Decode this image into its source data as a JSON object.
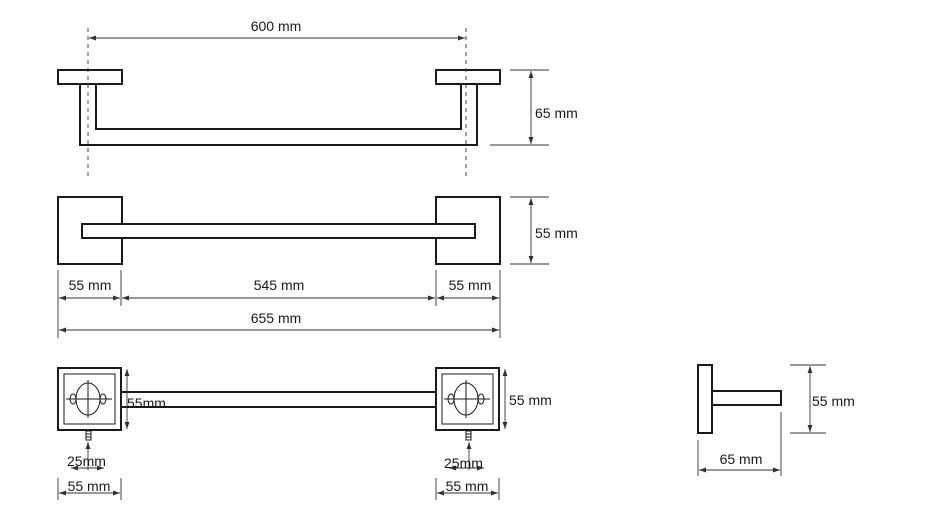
{
  "dimensions": {
    "front_width": "600 mm",
    "front_height": "65 mm",
    "top_depth": "55 mm",
    "base_left": "55 mm",
    "bar_length": "545 mm",
    "base_right": "55 mm",
    "overall_length": "655 mm",
    "base_inner_left": "55mm",
    "base_side_right": "55 mm",
    "hole_left": "25mm",
    "hole_right": "25mm",
    "base_bottom_left": "55 mm",
    "base_bottom_right": "55 mm",
    "side_height": "55 mm",
    "side_projection": "65 mm"
  },
  "colors": {
    "line": "#1a1a1a",
    "dimension": "#333333",
    "background": "#ffffff"
  }
}
